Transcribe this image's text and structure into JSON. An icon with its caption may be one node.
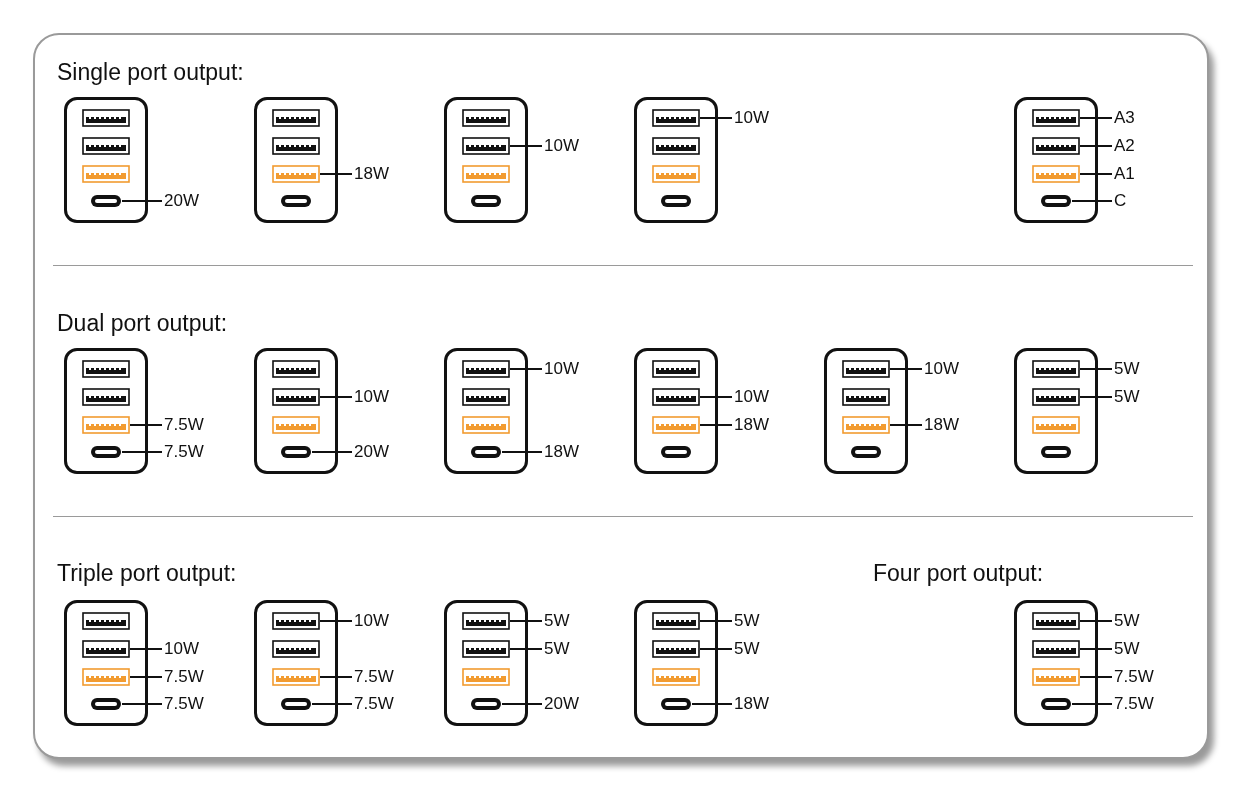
{
  "diagram": {
    "nodes": [
      {
        "text": [],
        "shape": "box"
      },
      {
        "text": [],
        "shape": "rectangle",
        "in": 0
      },
      {
        "text": [],
        "shape": "rectangle",
        "in": 0
      },
      {
        "text": [],
        "shape": "rectangle",
        "in": 0
      },
      {
        "text": [],
        "shape": "pill",
        "in": 0
      },
      {
        "text": [
          "20W"
        ]
      },
      {
        "text": [],
        "shape": "box"
      },
      {
        "text": [],
        "shape": "rectangle",
        "in": 6
      },
      {
        "text": [],
        "shape": "rectangle",
        "in": 6
      },
      {
        "text": [],
        "shape": "rectangle",
        "in": 6
      },
      {
        "text": [],
        "shape": "pill",
        "in": 6
      },
      {
        "text": [
          "18W"
        ]
      },
      {
        "text": [],
        "shape": "box"
      },
      {
        "text": [],
        "shape": "rectangle",
        "in": 12
      },
      {
        "text": [],
        "shape": "rectangle",
        "in": 12
      },
      {
        "text": [],
        "shape": "rectangle",
        "in": 12
      },
      {
        "text": [],
        "shape": "pill",
        "in": 12
      },
      {
        "text": [
          "10W"
        ]
      },
      {
        "text": [],
        "shape": "box"
      },
      {
        "text": [],
        "shape": "rectangle",
        "in": 18
      },
      {
        "text": [],
        "shape": "rectangle",
        "in": 18
      },
      {
        "text": [],
        "shape": "rectangle",
        "in": 18
      },
      {
        "text": [],
        "shape": "pill",
        "in": 18
      },
      {
        "text": [
          "10W"
        ]
      },
      {
        "text": [],
        "shape": "box"
      },
      {
        "text": [],
        "shape": "rectangle",
        "in": 24
      },
      {
        "text": [],
        "shape": "rectangle",
        "in": 24
      },
      {
        "text": [],
        "shape": "rectangle",
        "in": 24
      },
      {
        "text": [],
        "shape": "pill",
        "in": 24
      },
      {
        "text": [
          "A3"
        ]
      },
      {
        "text": [
          "A2"
        ]
      },
      {
        "text": [
          "A1"
        ]
      },
      {
        "text": [
          "C"
        ]
      },
      {
        "text": [],
        "shape": "box"
      },
      {
        "text": [],
        "shape": "rectangle",
        "in": 33
      },
      {
        "text": [],
        "shape": "rectangle",
        "in": 33
      },
      {
        "text": [],
        "shape": "rectangle",
        "in": 33
      },
      {
        "text": [],
        "shape": "pill",
        "in": 33
      },
      {
        "text": [
          "7.5W"
        ]
      },
      {
        "text": [
          "7.5W"
        ]
      },
      {
        "text": [],
        "shape": "box"
      },
      {
        "text": [],
        "shape": "rectangle",
        "in": 40
      },
      {
        "text": [],
        "shape": "rectangle",
        "in": 40
      },
      {
        "text": [],
        "shape": "rectangle",
        "in": 40
      },
      {
        "text": [],
        "shape": "pill",
        "in": 40
      },
      {
        "text": [
          "10W"
        ]
      },
      {
        "text": [
          "20W"
        ]
      },
      {
        "text": [],
        "shape": "box"
      },
      {
        "text": [],
        "shape": "rectangle",
        "in": 47
      },
      {
        "text": [],
        "shape": "rectangle",
        "in": 47
      },
      {
        "text": [],
        "shape": "rectangle",
        "in": 47
      },
      {
        "text": [],
        "shape": "pill",
        "in": 47
      },
      {
        "text": [
          "10W"
        ]
      },
      {
        "text": [
          "18W"
        ]
      },
      {
        "text": [],
        "shape": "box"
      },
      {
        "text": [],
        "shape": "rectangle",
        "in": 54
      },
      {
        "text": [],
        "shape": "rectangle",
        "in": 54
      },
      {
        "text": [],
        "shape": "rectangle",
        "in": 54
      },
      {
        "text": [],
        "shape": "pill",
        "in": 54
      },
      {
        "text": [
          "10W"
        ]
      },
      {
        "text": [
          "18W"
        ]
      },
      {
        "text": [],
        "shape": "box"
      },
      {
        "text": [],
        "shape": "rectangle",
        "in": 61
      },
      {
        "text": [],
        "shape": "rectangle",
        "in": 61
      },
      {
        "text": [],
        "shape": "rectangle",
        "in": 61
      },
      {
        "text": [],
        "shape": "pill",
        "in": 61
      },
      {
        "text": [
          "10W"
        ]
      },
      {
        "text": [
          "18W"
        ]
      },
      {
        "text": [],
        "shape": "box"
      },
      {
        "text": [],
        "shape": "rectangle",
        "in": 68
      },
      {
        "text": [],
        "shape": "rectangle",
        "in": 68
      },
      {
        "text": [],
        "shape": "rectangle",
        "in": 68
      },
      {
        "text": [],
        "shape": "pill",
        "in": 68
      },
      {
        "text": [
          "5W"
        ]
      },
      {
        "text": [
          "5W"
        ]
      },
      {
        "text": [],
        "shape": "box"
      },
      {
        "text": [],
        "shape": "rectangle",
        "in": 75
      },
      {
        "text": [],
        "shape": "rectangle",
        "in": 75
      },
      {
        "text": [],
        "shape": "rectangle",
        "in": 75
      },
      {
        "text": [],
        "shape": "pill",
        "in": 75
      },
      {
        "text": [
          "10W"
        ]
      },
      {
        "text": [
          "7.5W"
        ]
      },
      {
        "text": [
          "7.5W"
        ]
      },
      {
        "text": [],
        "shape": "box"
      },
      {
        "text": [],
        "shape": "rectangle",
        "in": 83
      },
      {
        "text": [],
        "shape": "rectangle",
        "in": 83
      },
      {
        "text": [],
        "shape": "rectangle",
        "in": 83
      },
      {
        "text": [],
        "shape": "pill",
        "in": 83
      },
      {
        "text": [
          "10W"
        ]
      },
      {
        "text": [
          "7.5W"
        ]
      },
      {
        "text": [
          "7.5W"
        ]
      },
      {
        "text": [],
        "shape": "box"
      },
      {
        "text": [],
        "shape": "rectangle",
        "in": 91
      },
      {
        "text": [],
        "shape": "rectangle",
        "in": 91
      },
      {
        "text": [],
        "shape": "rectangle",
        "in": 91
      },
      {
        "text": [],
        "shape": "pill",
        "in": 91
      },
      {
        "text": [
          "5W"
        ]
      },
      {
        "text": [
          "5W"
        ]
      },
      {
        "text": [
          "20W"
        ]
      },
      {
        "text": [],
        "shape": "box"
      },
      {
        "text": [],
        "shape": "rectangle",
        "in": 99
      },
      {
        "text": [],
        "shape": "rectangle",
        "in": 99
      },
      {
        "text": [],
        "shape": "rectangle",
        "in": 99
      },
      {
        "text": [],
        "shape": "pill",
        "in": 99
      },
      {
        "text": [
          "5W"
        ]
      },
      {
        "text": [
          "5W"
        ]
      },
      {
        "text": [
          "18W"
        ]
      },
      {
        "text": [],
        "shape": "box"
      },
      {
        "text": [],
        "shape": "rectangle",
        "in": 107
      },
      {
        "text": [],
        "shape": "rectangle",
        "in": 107
      },
      {
        "text": [],
        "shape": "rectangle",
        "in": 107
      },
      {
        "text": [],
        "shape": "pill",
        "in": 107
      },
      {
        "text": [
          "5W"
        ]
      },
      {
        "text": [
          "5W"
        ]
      },
      {
        "text": [
          "7.5W"
        ]
      },
      {
        "text": [
          "7.5W"
        ]
      }
    ],
    "edges": [
      {
        "from": 5,
        "to": 4,
        "arrow": "none"
      },
      {
        "from": 11,
        "to": 9,
        "arrow": "none"
      },
      {
        "from": 17,
        "to": 14,
        "arrow": "none"
      },
      {
        "from": 23,
        "to": 19,
        "arrow": "none"
      },
      {
        "from": 29,
        "to": 25,
        "arrow": "none"
      },
      {
        "from": 30,
        "to": 26,
        "arrow": "none"
      },
      {
        "from": 31,
        "to": 27,
        "arrow": "none"
      },
      {
        "from": 32,
        "to": 28,
        "arrow": "none"
      },
      {
        "from": 38,
        "to": 36,
        "arrow": "none"
      },
      {
        "from": 39,
        "to": 37,
        "arrow": "none"
      },
      {
        "from": 45,
        "to": 42,
        "arrow": "none"
      },
      {
        "from": 46,
        "to": 44,
        "arrow": "none"
      },
      {
        "from": 52,
        "to": 48,
        "arrow": "none"
      },
      {
        "from": 53,
        "to": 51,
        "arrow": "none"
      },
      {
        "from": 59,
        "to": 56,
        "arrow": "none"
      },
      {
        "from": 60,
        "to": 57,
        "arrow": "none"
      },
      {
        "from": 66,
        "to": 62,
        "arrow": "none"
      },
      {
        "from": 67,
        "to": 64,
        "arrow": "none"
      },
      {
        "from": 73,
        "to": 69,
        "arrow": "none"
      },
      {
        "from": 74,
        "to": 70,
        "arrow": "none"
      },
      {
        "from": 80,
        "to": 77,
        "arrow": "none"
      },
      {
        "from": 81,
        "to": 78,
        "arrow": "none"
      },
      {
        "from": 82,
        "to": 79,
        "arrow": "none"
      },
      {
        "from": 88,
        "to": 84,
        "arrow": "none"
      },
      {
        "from": 89,
        "to": 86,
        "arrow": "none"
      },
      {
        "from": 90,
        "to": 87,
        "arrow": "none"
      },
      {
        "from": 96,
        "to": 92,
        "arrow": "none"
      },
      {
        "from": 97,
        "to": 93,
        "arrow": "none"
      },
      {
        "from": 98,
        "to": 95,
        "arrow": "none"
      },
      {
        "from": 104,
        "to": 100,
        "arrow": "none"
      },
      {
        "from": 105,
        "to": 101,
        "arrow": "none"
      },
      {
        "from": 106,
        "to": 103,
        "arrow": "none"
      },
      {
        "from": 112,
        "to": 108,
        "arrow": "none"
      },
      {
        "from": 113,
        "to": 109,
        "arrow": "none"
      },
      {
        "from": 114,
        "to": 110,
        "arrow": "none"
      },
      {
        "from": 115,
        "to": 111,
        "arrow": "none"
      }
    ],
    "labels": [
      "Single port output:",
      "Dual port output:",
      "Triple port output:",
      "Four port output:"
    ]
  }
}
